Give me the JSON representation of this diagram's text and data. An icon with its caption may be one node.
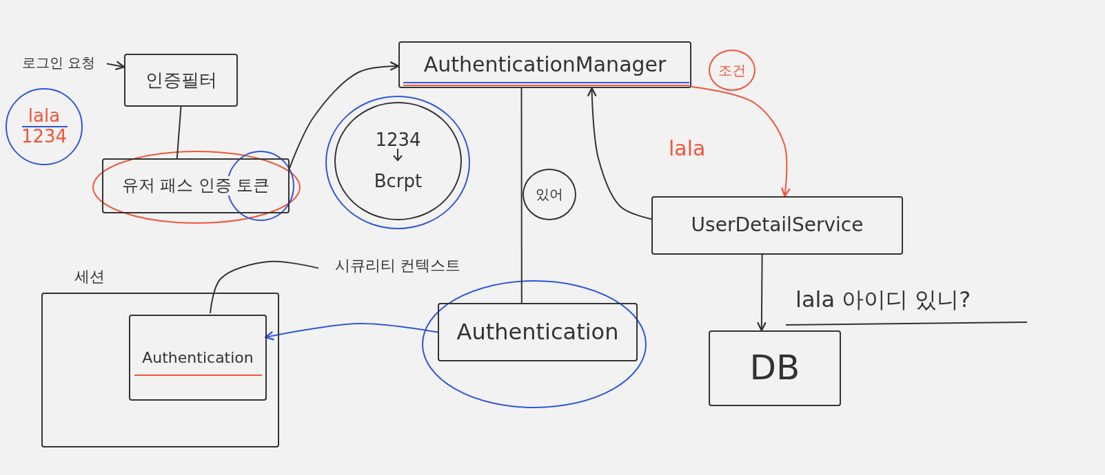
{
  "diagram": {
    "nodes": [
      {
        "text": [
          "로그인 요청"
        ]
      },
      {
        "text": [
          "인증필터"
        ]
      },
      {
        "text": [
          "유저 패스 인증 토큰"
        ]
      },
      {
        "text": [
          "lala",
          "1234"
        ]
      },
      {
        "text": [
          "AuthenticationManager"
        ]
      },
      {
        "text": [
          "조건"
        ]
      },
      {
        "text": [
          "1234",
          "Bcrpt"
        ]
      },
      {
        "text": [
          "있어"
        ]
      },
      {
        "text": [
          "UserDetailService"
        ]
      },
      {
        "text": [
          "DB"
        ]
      },
      {
        "text": [
          "Authentication"
        ]
      },
      {
        "text": [
          "세션"
        ]
      },
      {
        "text": [
          "Authentication"
        ],
        "in": 11
      },
      {
        "text": [
          "시큐리티 컨텍스트"
        ]
      }
    ],
    "edges": [
      {
        "from": 0,
        "to": 1,
        "arrow": "to"
      },
      {
        "from": 1,
        "to": 2,
        "arrow": "none"
      },
      {
        "from": 2,
        "to": 4,
        "arrow": "to"
      },
      {
        "from": 4,
        "to": 8,
        "arrow": "to",
        "label": "lala",
        "color": "#f0553a"
      },
      {
        "from": 8,
        "to": 4,
        "arrow": "to"
      },
      {
        "from": 8,
        "to": 9,
        "arrow": "to",
        "label": "lala 아이디 있니?"
      },
      {
        "from": 4,
        "to": 10,
        "arrow": "none"
      },
      {
        "from": 10,
        "to": 12,
        "arrow": "to",
        "color": "#2f56d6"
      },
      {
        "from": 13,
        "to": 12,
        "arrow": "none"
      }
    ]
  }
}
